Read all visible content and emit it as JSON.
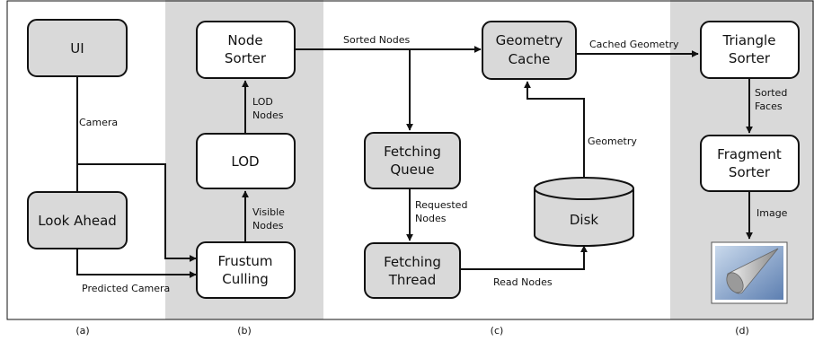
{
  "colors": {
    "shaded_panel": "#d9d9d9",
    "gray_node": "#d9d9d9",
    "white_node": "#ffffff",
    "stroke": "#111111"
  },
  "nodes": {
    "ui": "UI",
    "look_ahead": "Look Ahead",
    "node_sorter": [
      "Node",
      "Sorter"
    ],
    "lod": "LOD",
    "frustum_culling": [
      "Frustum",
      "Culling"
    ],
    "fetching_queue": [
      "Fetching",
      "Queue"
    ],
    "fetching_thread": [
      "Fetching",
      "Thread"
    ],
    "geometry_cache": [
      "Geometry",
      "Cache"
    ],
    "disk": "Disk",
    "triangle_sorter": [
      "Triangle",
      "Sorter"
    ],
    "fragment_sorter": [
      "Fragment",
      "Sorter"
    ]
  },
  "edges": {
    "camera": "Camera",
    "predicted_camera": "Predicted Camera",
    "lod_nodes": [
      "LOD",
      "Nodes"
    ],
    "visible_nodes": [
      "Visible",
      "Nodes"
    ],
    "sorted_nodes": "Sorted Nodes",
    "requested_nodes": [
      "Requested",
      "Nodes"
    ],
    "read_nodes": "Read Nodes",
    "geometry": "Geometry",
    "cached_geometry": "Cached Geometry",
    "sorted_faces": [
      "Sorted",
      "Faces"
    ],
    "image": "Image"
  },
  "panels": {
    "a": "(a)",
    "b": "(b)",
    "c": "(c)",
    "d": "(d)"
  },
  "icons": {
    "output_image": "cone-render-icon"
  }
}
